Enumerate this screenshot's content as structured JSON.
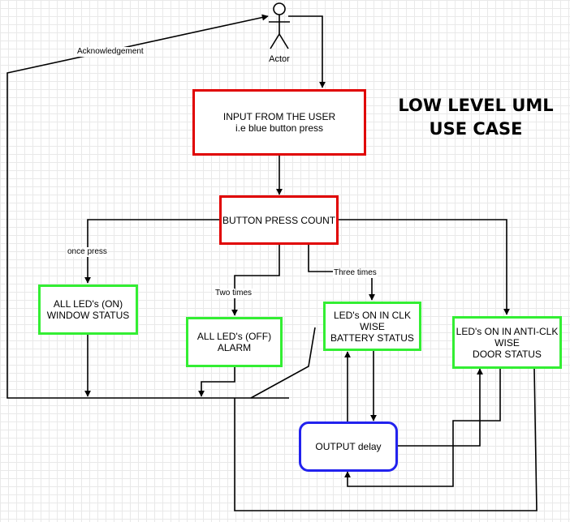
{
  "title": {
    "line1": "LOW LEVEL UML",
    "line2": "USE CASE"
  },
  "actor": {
    "label": "Actor"
  },
  "nodes": {
    "input": {
      "line1": "INPUT FROM THE USER",
      "line2": "i.e blue button press"
    },
    "count": {
      "line1": "BUTTON PRESS COUNT"
    },
    "all_on": {
      "line1": "ALL LED's (ON)",
      "line2": "WINDOW STATUS"
    },
    "all_off": {
      "line1": "ALL LED's (OFF)",
      "line2": "ALARM"
    },
    "clk": {
      "line1": "LED's ON IN CLK",
      "line2": "WISE",
      "line3": "BATTERY STATUS"
    },
    "anticlk": {
      "line1": "LED's ON IN ANTI-CLK",
      "line2": "WISE",
      "line3": "DOOR STATUS"
    },
    "delay": {
      "line1": "OUTPUT delay"
    }
  },
  "edge_labels": {
    "ack": "Acknowledgement",
    "once": "once press",
    "two": "Two times",
    "three": "Three times"
  },
  "colors": {
    "process_border": "#e00000",
    "state_border": "#33ee33",
    "delay_border": "#2222ee",
    "line": "#000000"
  }
}
